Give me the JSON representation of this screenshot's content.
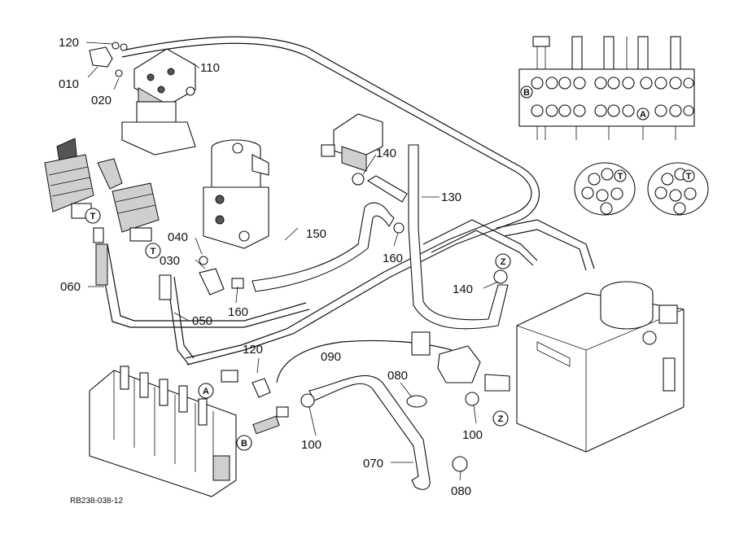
{
  "callouts": {
    "p010": "010",
    "p020": "020",
    "p030": "030",
    "p040": "040",
    "p050": "050",
    "p060": "060",
    "p070": "070",
    "p080a": "080",
    "p080b": "080",
    "p090": "090",
    "p100a": "100",
    "p100b": "100",
    "p110": "110",
    "p120a": "120",
    "p120b": "120",
    "p130": "130",
    "p140a": "140",
    "p140b": "140",
    "p150": "150",
    "p160a": "160",
    "p160b": "160"
  },
  "circle_markers": {
    "t1": "T",
    "t2": "T",
    "t3": "T",
    "t4": "T",
    "a1": "A",
    "a2": "A",
    "b1": "B",
    "b2": "B",
    "z1": "Z",
    "z2": "Z"
  },
  "drawing_code": "RB238-038-12"
}
